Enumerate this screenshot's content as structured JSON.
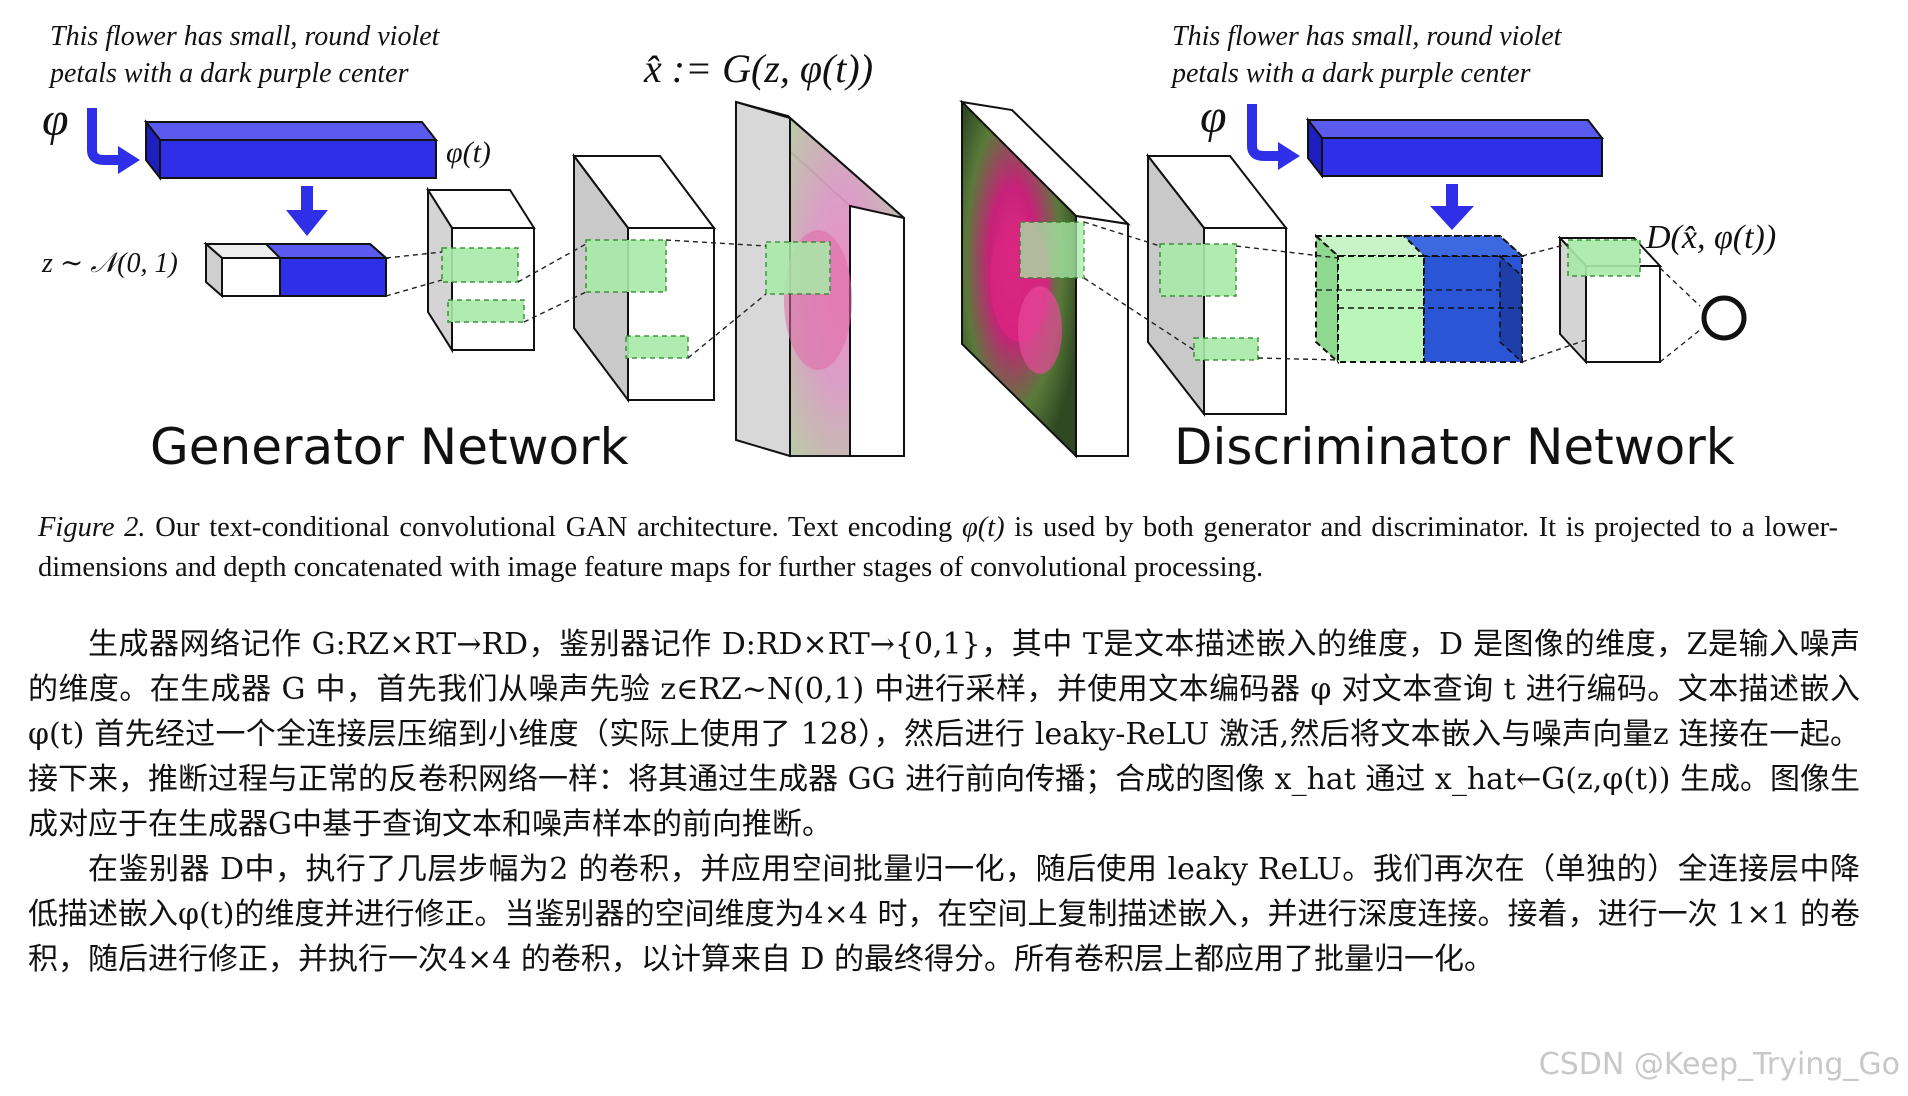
{
  "figure": {
    "gen_text_line1": "This flower has small, round violet",
    "gen_text_line2": "petals with a dark purple center",
    "dis_text_line1": "This flower has small, round violet",
    "dis_text_line2": "petals with a dark purple center",
    "phi_symbol": "φ",
    "phi_t_label": "φ(t)",
    "z_label": "z ∼ 𝒩(0, 1)",
    "xhat_label": "x̂ := G(z, φ(t))",
    "d_label": "D(x̂, φ(t))",
    "generator_title": "Generator Network",
    "discriminator_title": "Discriminator Network",
    "colors": {
      "embedding_blue": "#2f2fe8",
      "feature_green": "#a8eba8",
      "concat_blue": "#2a56d6"
    }
  },
  "caption": {
    "label": "Figure 2.",
    "part1": "Our text-conditional convolutional GAN architecture.  Text encoding",
    "math": "φ(t)",
    "part2": "is used by both generator and discriminator.  It is projected to a lower-dimensions and depth concatenated with image feature maps for further stages of convolutional processing."
  },
  "body": {
    "para1": "生成器网络记作 G:RZ×RT→RD，鉴别器记作 D:RD×RT→{0,1}，其中 T是文本描述嵌入的维度，D 是图像的维度，Z是输入噪声的维度。在生成器 G 中，首先我们从噪声先验 z∈RZ~N(0,1) 中进行采样，并使用文本编码器 φ 对文本查询 t 进行编码。文本描述嵌入 φ(t) 首先经过一个全连接层压缩到小维度（实际上使用了 128），然后进行 leaky-ReLU 激活,然后将文本嵌入与噪声向量z 连接在一起。接下来，推断过程与正常的反卷积网络一样：将其通过生成器 GG 进行前向传播；合成的图像 x_hat 通过 x_hat←G(z,φ(t)) 生成。图像生成对应于在生成器G中基于查询文本和噪声样本的前向推断。",
    "para2": "在鉴别器 D中，执行了几层步幅为2 的卷积，并应用空间批量归一化，随后使用 leaky ReLU。我们再次在（单独的）全连接层中降低描述嵌入φ(t)的维度并进行修正。当鉴别器的空间维度为4×4 时，在空间上复制描述嵌入，并进行深度连接。接着，进行一次 1×1 的卷积，随后进行修正，并执行一次4×4 的卷积，以计算来自 D 的最终得分。所有卷积层上都应用了批量归一化。"
  },
  "watermark": "CSDN @Keep_Trying_Go"
}
